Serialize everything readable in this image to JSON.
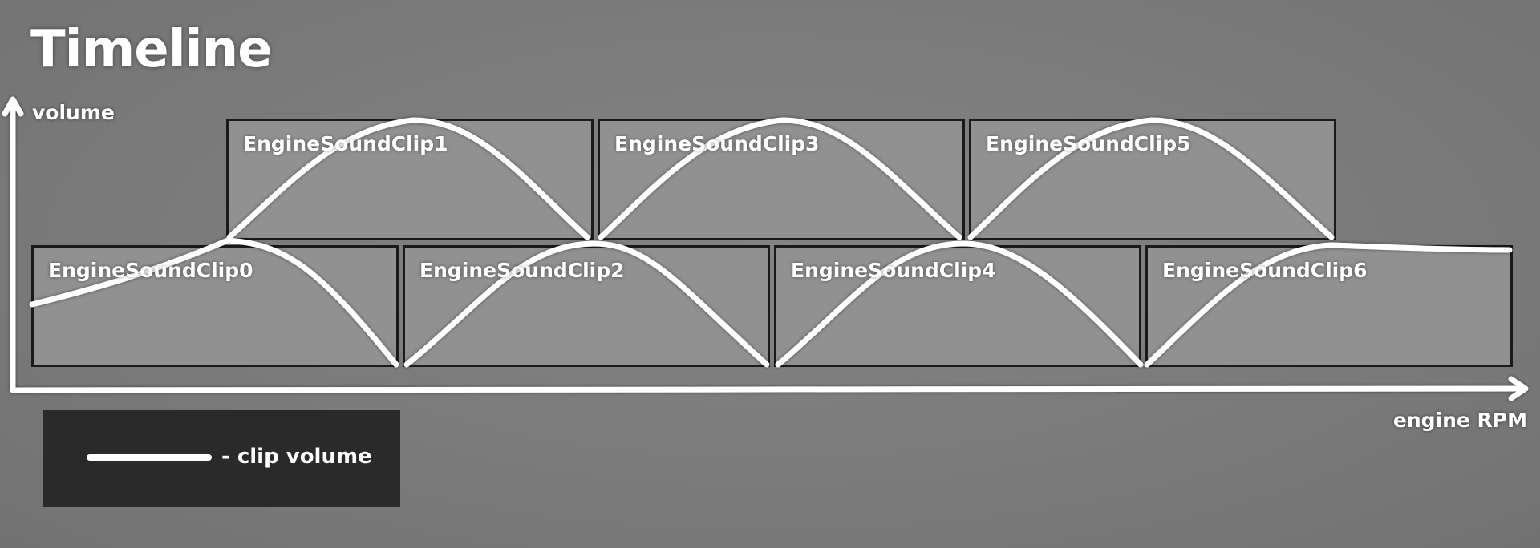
{
  "title": "Timeline",
  "axes": {
    "y_label": "volume",
    "x_label": "engine RPM"
  },
  "clips": {
    "row_top": [
      "EngineSoundClip1",
      "EngineSoundClip3",
      "EngineSoundClip5"
    ],
    "row_bottom": [
      "EngineSoundClip0",
      "EngineSoundClip2",
      "EngineSoundClip4",
      "EngineSoundClip6"
    ]
  },
  "legend": {
    "text": "- clip volume"
  },
  "colors": {
    "background": "#7a7a7a",
    "clip_fill": "#919191",
    "clip_border": "#1a1a1a",
    "curve": "#ffffff",
    "legend_bg": "#2a2a2a"
  }
}
